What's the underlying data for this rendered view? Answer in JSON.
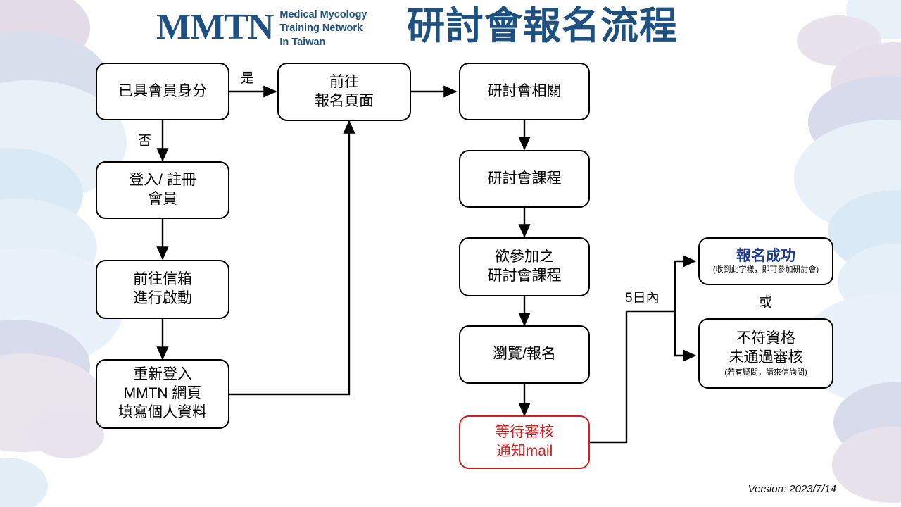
{
  "header": {
    "logo_mark": "MMTN",
    "logo_sub_line1": "Medical Mycology",
    "logo_sub_line2": "Training Network",
    "logo_sub_line3": "In Taiwan",
    "title": "研討會報名流程",
    "brand_color": "#1f5180"
  },
  "footer": {
    "version": "Version: 2023/7/14"
  },
  "nodes": {
    "member_check": {
      "line1": "已具會員身分"
    },
    "login_register": {
      "line1": "登入/ 註冊",
      "line2": "會員"
    },
    "activate_mail": {
      "line1": "前往信箱",
      "line2": "進行啟動"
    },
    "relogin": {
      "line1": "重新登入",
      "line2": "MMTN 網頁",
      "line3": "填寫個人資料"
    },
    "goto_signup": {
      "line1": "前往",
      "line2": "報名頁面"
    },
    "seminar_info": {
      "line1": "研討會相關"
    },
    "seminar_course": {
      "line1": "研討會課程"
    },
    "desired_course": {
      "line1": "欲參加之",
      "line2": "研討會課程"
    },
    "browse_signup": {
      "line1": "瀏覽/報名"
    },
    "await_review": {
      "line1": "等待審核",
      "line2": "通知mail",
      "color": "#d21f1f"
    },
    "success": {
      "title": "報名成功",
      "note": "(收到此字樣，即可參加研討會)",
      "title_color": "#1f3b8c"
    },
    "rejected": {
      "line1": "不符資格",
      "line2": "未通過審核",
      "note": "(若有疑問，請來信詢問)"
    }
  },
  "edges": {
    "yes_label": "是",
    "no_label": "否",
    "within_5_days": "5日內",
    "or_label": "或"
  }
}
